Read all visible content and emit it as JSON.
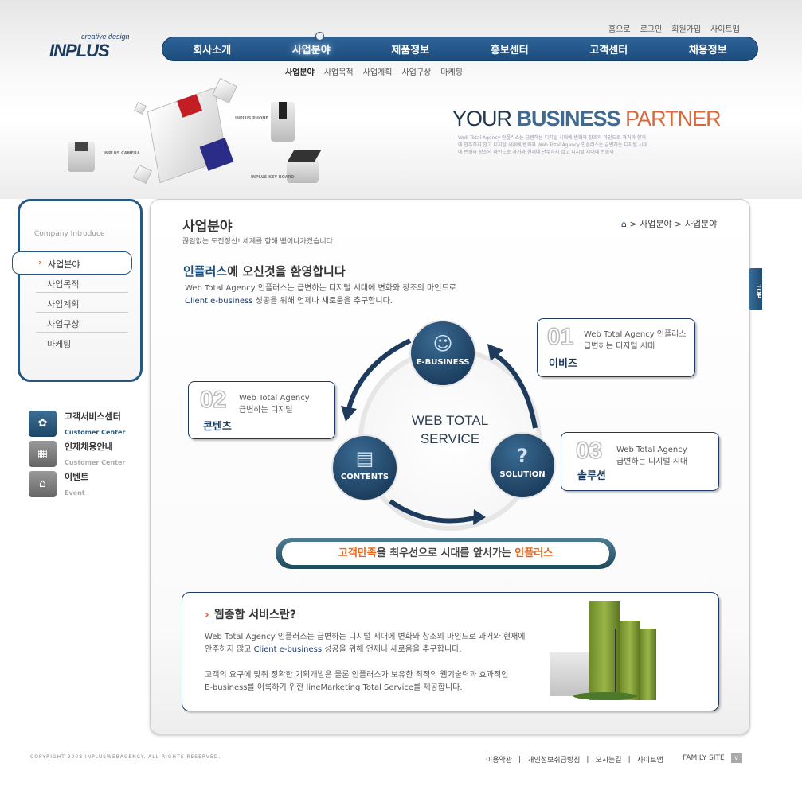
{
  "util_links": [
    "홈으로",
    "로그인",
    "회원가입",
    "사이트맵"
  ],
  "logo": {
    "main": "INPLUS",
    "tagline": "creative design"
  },
  "gnb": [
    "회사소개",
    "사업분야",
    "제품정보",
    "홍보센터",
    "고객센터",
    "채용정보"
  ],
  "lnb": [
    "사업분야",
    "사업목적",
    "사업계획",
    "사업구상",
    "마케팅"
  ],
  "hero": {
    "title_a": "YOUR ",
    "title_b": "BUSINESS ",
    "title_c": "PARTNER",
    "desc": "Web Total Agency 인플러스는 급변하는 디지털 시대에 변화와 창조의 마인드로 과거와 현재에 안주하지 않고 디지털 시대에 변화와 Web Total Agency 인플러스는 급변하는 디지털 시대에 변화와 창조의 마인드로 과거와 현재에 안주하지 않고 디지털 시대에 변화와",
    "products": [
      "INPLUS PHONE",
      "INPLUS CAMERA",
      "INPLUS KEY BOARD"
    ]
  },
  "sidebar": {
    "heading": "Company Introduce",
    "active": "사업분야",
    "items": [
      "사업목적",
      "사업계획",
      "사업구상",
      "마케팅"
    ]
  },
  "quick_links": [
    {
      "title": "고객서비스센터",
      "sub": "Customer Center"
    },
    {
      "title": "인재채용안내",
      "sub": "Customer Center"
    },
    {
      "title": "이벤트",
      "sub": "Event"
    }
  ],
  "page": {
    "title": "사업분야",
    "subtitle": "끊임없는 도전정신! 세계를 향해 뻗어나가겠습니다.",
    "breadcrumb": "> 사업분야 > 사업분야"
  },
  "welcome": {
    "blue": "인플러스",
    "rest": "에 오신것을 환영합니다",
    "line1": "Web Total Agency 인플러스는 급변하는 디지털 시대에 변화와 창조의 마인드로",
    "line2_blue": "Client e-business",
    "line2_rest": " 성공을 위해 언제나 새로움을 추구합니다."
  },
  "top_button": "TOP",
  "diagram": {
    "center": "WEB TOTAL SERVICE",
    "nodes": [
      "E-BUSINESS",
      "CONTENTS",
      "SOLUTION"
    ],
    "cards": [
      {
        "num": "01",
        "l1": "Web Total Agency 인플러스",
        "l2": "급변하는 디지털 시대",
        "name": "이비즈"
      },
      {
        "num": "02",
        "l1": "Web Total Agency",
        "l2": "급변하는 디지털",
        "name": "콘텐츠"
      },
      {
        "num": "03",
        "l1": "Web Total Agency",
        "l2": "급변하는 디지털 시대",
        "name": "솔루션"
      }
    ]
  },
  "slogan": {
    "a": "고객만족",
    "b": "을 최우선으로 시대를 앞서가는 ",
    "c": "인플러스"
  },
  "service": {
    "title": "웹종합 서비스란?",
    "p1a": "Web Total Agency 인플러스는 급변하는 디지털 시대에 변화와 창조의 마인드로 과거와 현재에",
    "p1b": "안주하지 않고 ",
    "p1blue": "Client e-business",
    "p1c": " 성공을 위해 언제나 새로움을 추구합니다.",
    "p2a": "고객의 요구에 맞춰 정확한 기획개발은 물론 인플러스가 보유한 최적의 웹기술력과 효과적인",
    "p2b": " E-business를 이룩하기 위한 lineMarketing Total Service를 제공합니다."
  },
  "footer": {
    "copyright": "COPYRIGHT 2008 INPLUSWEBAGENCY. ALL RIGHTS RESERVED.",
    "links": [
      "이용약관",
      "개인정보취급방침",
      "오시는길",
      "사이트맵"
    ],
    "family_site": "FAMILY SITE"
  }
}
